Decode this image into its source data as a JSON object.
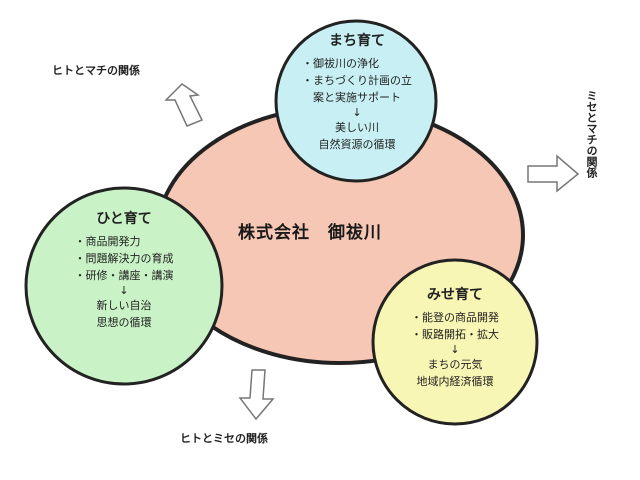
{
  "center": {
    "title": "株式会社　御祓川"
  },
  "relations": {
    "hito_machi": "ヒトとマチの関係",
    "mise_machi": "ミセとマチの関係",
    "hito_mise": "ヒトとミセの関係"
  },
  "circles": {
    "machi": {
      "title": "まち育て",
      "items": [
        "・御祓川の浄化",
        "・まちづくり計画の立",
        "　案と実施サポート"
      ],
      "arrow": "↓",
      "results": [
        "美しい川",
        "自然資源の循環"
      ],
      "color": "#c8f0f4"
    },
    "hito": {
      "title": "ひと育て",
      "items": [
        "・商品開発力",
        "・問題解決力の育成",
        "・研修・講座・講演"
      ],
      "arrow": "↓",
      "results": [
        "新しい自治",
        "思想の循環"
      ],
      "color": "#c9f2c6"
    },
    "mise": {
      "title": "みせ育て",
      "items": [
        "・能登の商品開発",
        "・販路開拓・拡大"
      ],
      "arrow": "↓",
      "results": [
        "まちの元気",
        "地域内経済循環"
      ],
      "color": "#f8f6b4"
    }
  },
  "colors": {
    "ellipse_fill": "#f6c7b4",
    "outline": "#222222",
    "arrow_fill": "#ffffff",
    "arrow_stroke": "#777777"
  }
}
